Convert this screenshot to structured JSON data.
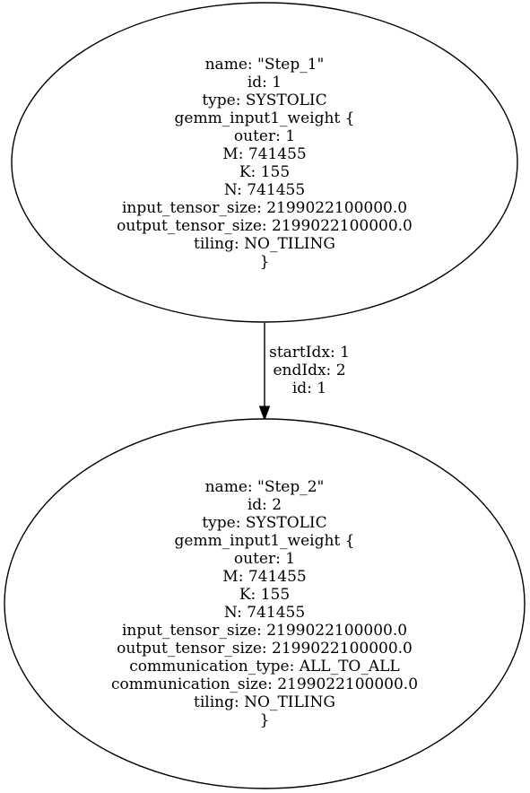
{
  "nodes": [
    {
      "lines": [
        "name: \"Step_1\"",
        "id: 1",
        "type: SYSTOLIC",
        "gemm_input1_weight {",
        "outer: 1",
        "M: 741455",
        "K: 155",
        "N: 741455",
        "input_tensor_size: 2199022100000.0",
        "output_tensor_size: 2199022100000.0",
        "tiling: NO_TILING",
        "}"
      ]
    },
    {
      "lines": [
        "name: \"Step_2\"",
        "id: 2",
        "type: SYSTOLIC",
        "gemm_input1_weight {",
        "outer: 1",
        "M: 741455",
        "K: 155",
        "N: 741455",
        "input_tensor_size: 2199022100000.0",
        "output_tensor_size: 2199022100000.0",
        "communication_type: ALL_TO_ALL",
        "communication_size: 2199022100000.0",
        "tiling: NO_TILING",
        "}"
      ]
    }
  ],
  "edges": [
    {
      "lines": [
        "startIdx: 1",
        "endIdx: 2",
        "id: 1"
      ]
    }
  ]
}
